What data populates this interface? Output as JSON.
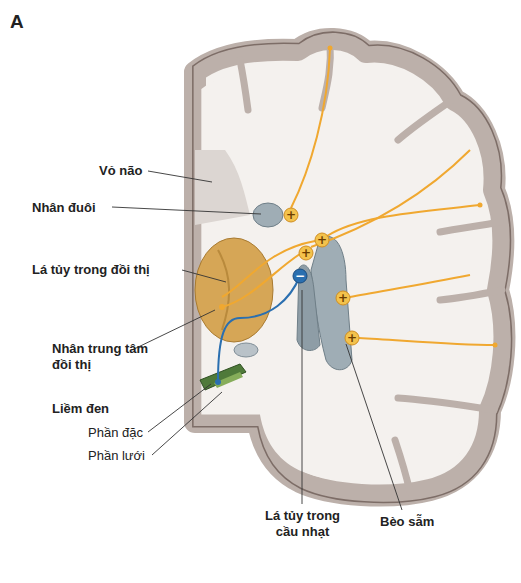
{
  "diagram": {
    "labels": [
      "A",
      "Vỏ não",
      "Nhân đuôi",
      "Lá tủy trong đồi thị",
      "Nhân trung tâm đồi thị",
      "Liềm đen",
      "Phần đặc",
      "Phần lưới",
      "Lá tủy trong cầu nhạt",
      "Bèo sẫm",
      "+",
      "+",
      "+",
      "+",
      "+",
      "−"
    ]
  }
}
